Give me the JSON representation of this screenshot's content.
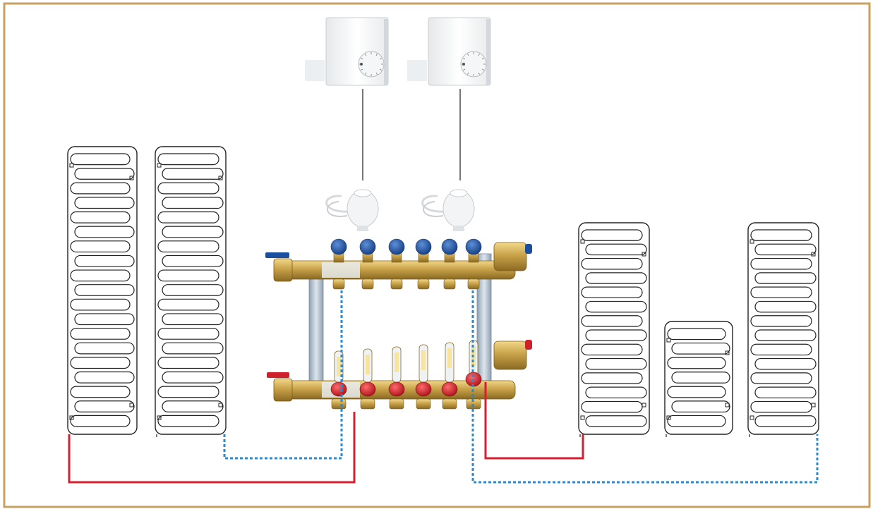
{
  "diagram": {
    "frame_color": "#c8a060",
    "supply_pipe_color": "#d42030",
    "return_pipe_color": "#2a8ad0",
    "loop_stroke_color": "#222222",
    "brass_color": "#c9a24a",
    "blue_cap_color": "#1a4fa0",
    "red_cap_color": "#d0202a",
    "thermostats": [
      {
        "icon": "room-thermostat-icon"
      },
      {
        "icon": "room-thermostat-icon"
      }
    ],
    "actuators": [
      {
        "icon": "thermal-actuator-icon"
      },
      {
        "icon": "thermal-actuator-icon"
      }
    ],
    "manifold": {
      "return_valve_count": 6,
      "flow_meter_count": 6,
      "icon": "brass-manifold-icon"
    },
    "loops": [
      {
        "name": "left-loop-1",
        "turns": 19
      },
      {
        "name": "left-loop-2",
        "turns": 19
      },
      {
        "name": "right-loop-1",
        "turns": 14
      },
      {
        "name": "right-loop-2",
        "turns": 7
      },
      {
        "name": "right-loop-3",
        "turns": 14
      }
    ]
  }
}
